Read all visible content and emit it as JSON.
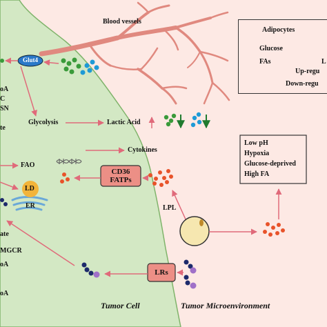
{
  "title_labels": {
    "blood_vessels": "Blood vessels",
    "glut4": "Glut4",
    "glycolysis": "Glycolysis",
    "lactic_acid": "Lactic Acid",
    "cytokines": "Cytokines",
    "fao": "FAO",
    "ld": "LD",
    "er": "ER",
    "cd36_line1": "CD36",
    "cd36_line2": "FATPs",
    "lrs": "LRs",
    "lpl": "LPL",
    "tumor_cell": "Tumor Cell",
    "tumor_microenvironment": "Tumor Microenvironment"
  },
  "conditions": [
    "Low pH",
    "Hypoxia",
    "Glucose-deprived",
    "High FA"
  ],
  "left_cut_labels": [
    "oA",
    "C",
    "SN",
    "te",
    "ate",
    "MGCR",
    "oA",
    "oA"
  ],
  "legend": {
    "adipocytes": "Adipocytes",
    "glucose": "Glucose",
    "fas": "FAs",
    "l_partial": "L",
    "up": "Up-regu",
    "down": "Down-regu"
  },
  "colors": {
    "cell": "#d3e8c4",
    "micro": "#fde9e4",
    "arrow": "#e06a7a",
    "vessel": "#e0897f",
    "glucose_green": "#3a9a3a",
    "glucose_blue": "#1e9ad6",
    "fa_orange": "#e8532a",
    "lipo_navy": "#1d2a6b",
    "lipo_purple": "#a070c8",
    "glut4": "#2a78c8",
    "ld_yellow": "#f2b43a",
    "er_blue": "#6aa8d8",
    "box_fill": "#ec8f86",
    "down_green": "#1f7a2e",
    "adipocyte_fill": "#f6e7b0"
  }
}
